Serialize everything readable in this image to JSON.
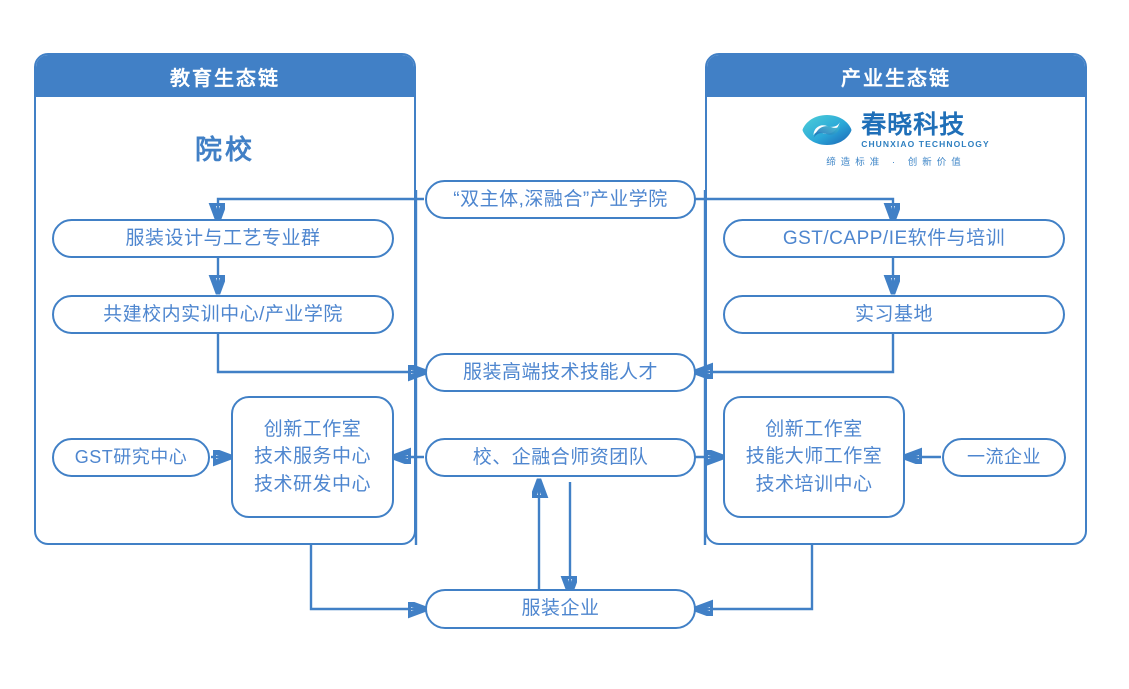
{
  "panels": {
    "education": {
      "title": "教育生态链",
      "section_label": "院校"
    },
    "industry": {
      "title": "产业生态链"
    }
  },
  "logo": {
    "name_cn": "春晓科技",
    "name_en": "CHUNXIAO TECHNOLOGY",
    "tagline": "缔造标准 · 创新价值",
    "mark": "eye-swirl-logo-icon"
  },
  "nodes": {
    "bridge_academy": "“双主体,深融合”产业学院",
    "edu_major_group": "服装设计与工艺专业群",
    "edu_training_center": "共建校内实训中心/产业学院",
    "ind_software": "GST/CAPP/IE软件与培训",
    "ind_internship": "实习基地",
    "center_talent": "服装高端技术技能人才",
    "gst_research": "GST研究中心",
    "edu_centers": [
      "创新工作室",
      "技术服务中心",
      "技术研发中心"
    ],
    "ind_centers": [
      "创新工作室",
      "技能大师工作室",
      "技术培训中心"
    ],
    "top_enterprise": "一流企业",
    "center_faculty": "校、企融合师资团队",
    "bottom_enterprise": "服装企业"
  },
  "colors": {
    "brand_blue": "#4180C6",
    "header_bg": "#4180C6",
    "header_text": "#FFFFFF",
    "node_border": "#4180C6",
    "node_text": "#4E86CF",
    "logo_blue": "#1F6FB8",
    "logo_teal": "#3CC4CF",
    "canvas_bg": "#FFFFFF"
  }
}
